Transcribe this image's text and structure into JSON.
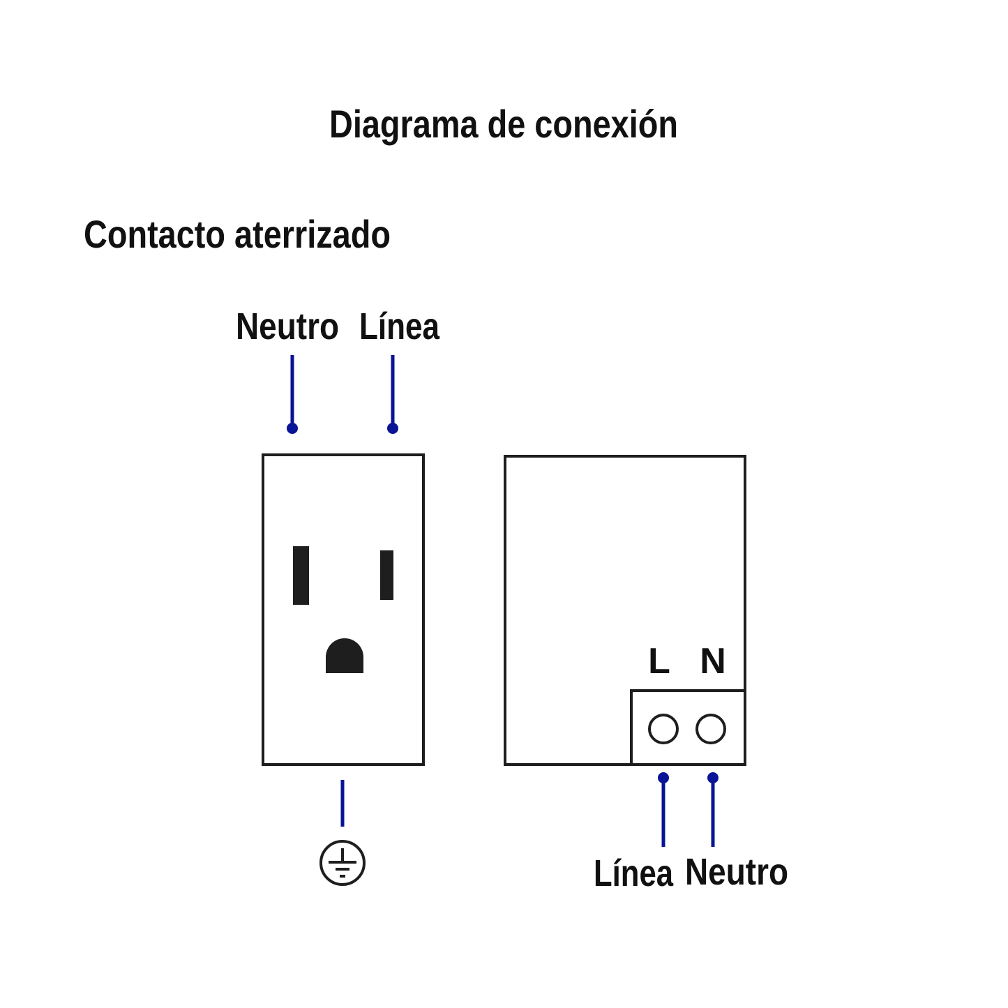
{
  "title": "Diagrama de conexión",
  "subtitle": "Contacto aterrizado",
  "outlet": {
    "neutral_label": "Neutro",
    "line_label": "Línea"
  },
  "device": {
    "terminal_l": "L",
    "terminal_n": "N",
    "line_label": "Línea",
    "neutral_label": "Neutro"
  },
  "colors": {
    "wire": "#0a1496",
    "stroke": "#1e1e1e"
  }
}
